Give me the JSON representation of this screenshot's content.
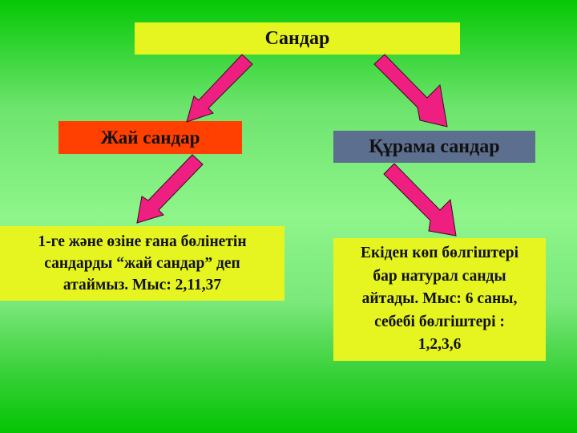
{
  "slide": {
    "title": "Сандар",
    "categories": [
      {
        "label": "Жай сандар",
        "color": "#ff4000"
      },
      {
        "label": "Құрама сандар",
        "color": "#5c6f8e"
      }
    ],
    "definitions": [
      {
        "text": "1-ге және өзіне  ғана бөлінетін\nсандарды  “жай  сандар” деп\nатаймыз. Мыс: 2,11,37"
      },
      {
        "text": "Екіден көп бөлгіштері\nбар натурал санды\nайтады. Мыс: 6 саны,\nсебебі бөлгіштері :\n1,2,3,6"
      }
    ],
    "colors": {
      "box_yellow": "#e6f520",
      "arrow_pink": "#ee1f80",
      "background_green_dark": "#05c805",
      "background_green_light": "#8ef58a"
    }
  }
}
